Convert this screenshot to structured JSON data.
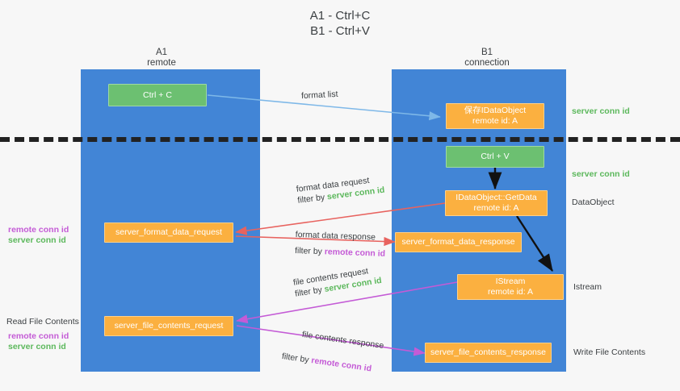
{
  "title": {
    "line1": "A1 - Ctrl+C",
    "line2": "B1 - Ctrl+V"
  },
  "lanes": [
    {
      "name": "A1",
      "subtitle": "remote"
    },
    {
      "name": "B1",
      "subtitle": "connection"
    }
  ],
  "nodes": {
    "ctrl_c": {
      "line1": "Ctrl + C",
      "line2": "",
      "color": "#6cc071"
    },
    "save_idataobject": {
      "line1": "保存IDataObject",
      "line2": "remote id: A",
      "color": "#fbb040"
    },
    "ctrl_v": {
      "line1": "Ctrl + V",
      "line2": "",
      "color": "#6cc071"
    },
    "getdata": {
      "line1": "IDataObject::GetData",
      "line2": "remote id: A",
      "color": "#fbb040"
    },
    "format_req": {
      "line1": "server_format_data_request",
      "line2": "",
      "color": "#fbb040"
    },
    "format_resp": {
      "line1": "server_format_data_response",
      "line2": "",
      "color": "#fbb040"
    },
    "istream": {
      "line1": "IStream",
      "line2": "remote id: A",
      "color": "#fbb040"
    },
    "file_req": {
      "line1": "server_file_contents_request",
      "line2": "",
      "color": "#fbb040"
    },
    "file_resp": {
      "line1": "server_file_contents_response",
      "line2": "",
      "color": "#fbb040"
    }
  },
  "edge_labels": {
    "format_list": "format list",
    "format_data_request": "format data request",
    "filter_by": "filter by ",
    "server_conn_id": "server conn id",
    "format_data_response": "format data response",
    "remote_conn_id": "remote conn id",
    "file_contents_request": "file contents request",
    "file_contents_response": "file contents response"
  },
  "annotations": {
    "right": [
      {
        "text": "server conn id",
        "style": "green"
      },
      {
        "text": "server conn id",
        "style": "green"
      },
      {
        "text": "DataObject",
        "style": "dark"
      },
      {
        "text": "Istream",
        "style": "dark"
      },
      {
        "text": "Write File Contents",
        "style": "dark"
      }
    ],
    "left": [
      {
        "text": "remote conn id",
        "style": "purple"
      },
      {
        "text": "server conn id",
        "style": "green"
      },
      {
        "text": "Read File Contents",
        "style": "dark"
      },
      {
        "text": "remote conn id",
        "style": "purple"
      },
      {
        "text": "server conn id",
        "style": "green"
      }
    ]
  },
  "colors": {
    "lane": "#4285d6",
    "orange": "#fbb040",
    "green_box": "#6cc071",
    "green_text": "#5cb85c",
    "purple_text": "#c45bd6",
    "arrow_blue": "#7eb8e8",
    "arrow_red": "#e8635f",
    "arrow_magenta": "#c45bd6",
    "arrow_black": "#111111",
    "background": "#f7f7f7"
  }
}
